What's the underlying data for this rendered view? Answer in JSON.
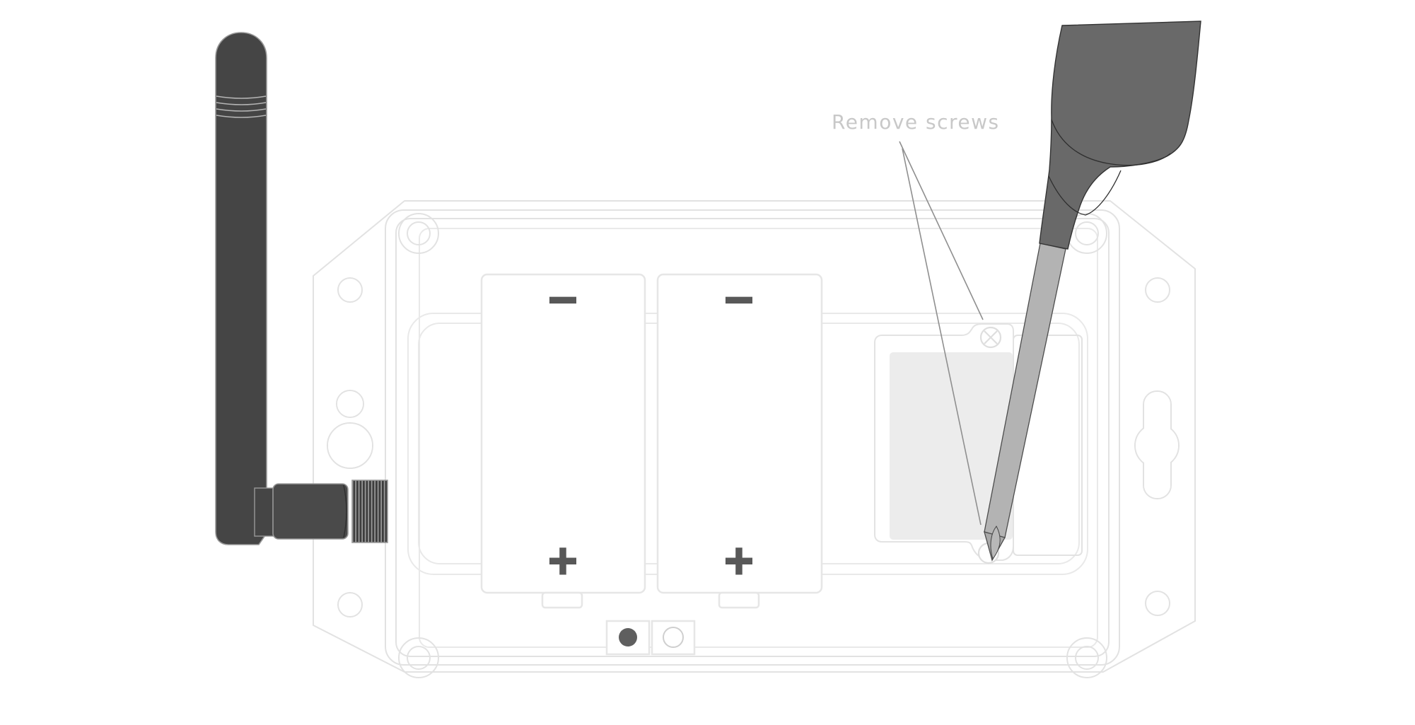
{
  "annotation": {
    "label": "Remove screws"
  },
  "device": {
    "battery_1": {
      "negative": "−",
      "positive": "+"
    },
    "battery_2": {
      "negative": "−",
      "positive": "+"
    }
  },
  "parts": [
    "antenna",
    "antenna-connector",
    "mounting-flange",
    "enclosure-box",
    "battery-compartment",
    "module-cover",
    "cover-screw-top",
    "cover-screw-bottom",
    "reset-button",
    "led-hole",
    "screwdriver"
  ],
  "palette": {
    "outline": "#e2e2e2",
    "outline_faint": "#e9e9e9",
    "symbol_dark": "#585858",
    "annotation_text": "#c8c8c8",
    "leader_line": "#8f8f8f",
    "antenna_body": "#454545",
    "connector_body": "#4a4a4a",
    "knurl_light": "#9a9a9a",
    "screwdriver_handle": "#696969",
    "screwdriver_shaft": "#b3b3b3",
    "module_panel_fill": "#ececec",
    "button_dot": "#5f5f5f"
  }
}
